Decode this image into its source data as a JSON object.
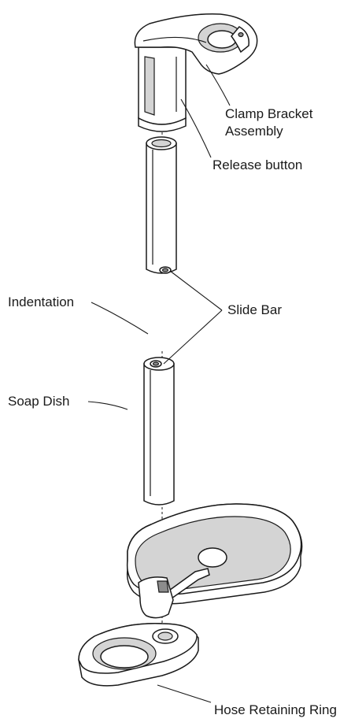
{
  "labels": {
    "clamp_bracket_line1": "Clamp Bracket",
    "clamp_bracket_line2": "Assembly",
    "release_button": "Release button",
    "slide_bar": "Slide Bar",
    "indentation": "Indentation",
    "soap_dish": "Soap Dish",
    "hose_retaining_ring": "Hose Retaining Ring"
  }
}
